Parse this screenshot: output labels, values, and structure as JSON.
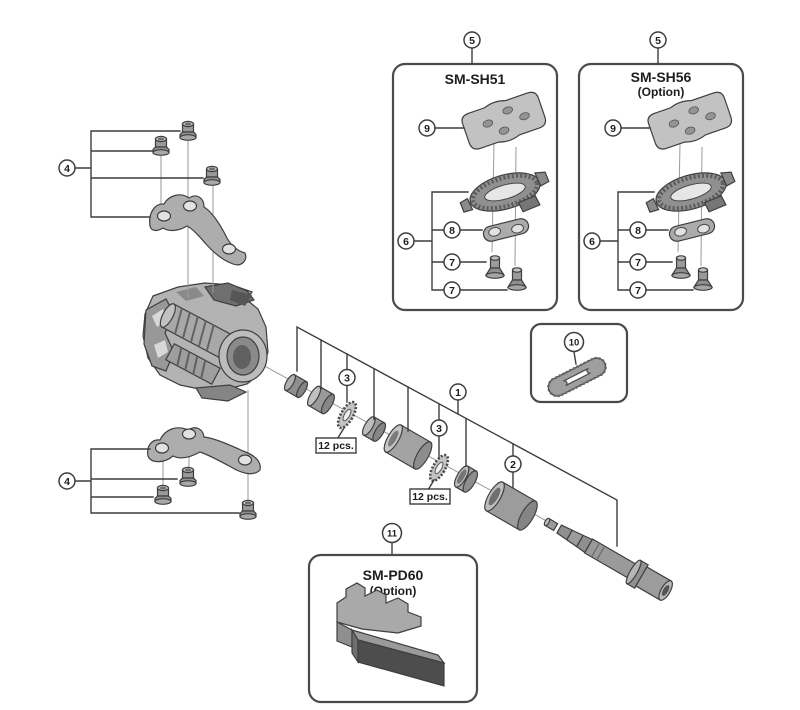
{
  "callouts": {
    "c1": "1",
    "c2": "2",
    "c3": "3",
    "c4": "4",
    "c5": "5",
    "c6": "6",
    "c7": "7",
    "c8": "8",
    "c9": "9",
    "c10": "10",
    "c11": "11"
  },
  "notes": {
    "quantity": "12 pcs."
  },
  "inset_boxes": {
    "sm_sh51": {
      "title": "SM-SH51"
    },
    "sm_sh56": {
      "title": "SM-SH56",
      "subtitle": "(Option)"
    },
    "sm_pd60": {
      "title": "SM-PD60",
      "subtitle": "(Option)"
    }
  },
  "colors": {
    "background": "#ffffff",
    "line": "#3d3d3d",
    "part_outline": "#3f3f3f",
    "part_light": "#c6c6c6",
    "part_mid": "#a3a3a3",
    "part_dark": "#8a8a8a",
    "reflector_dark": "#4d4d4d",
    "text": "#1d1d1d"
  }
}
